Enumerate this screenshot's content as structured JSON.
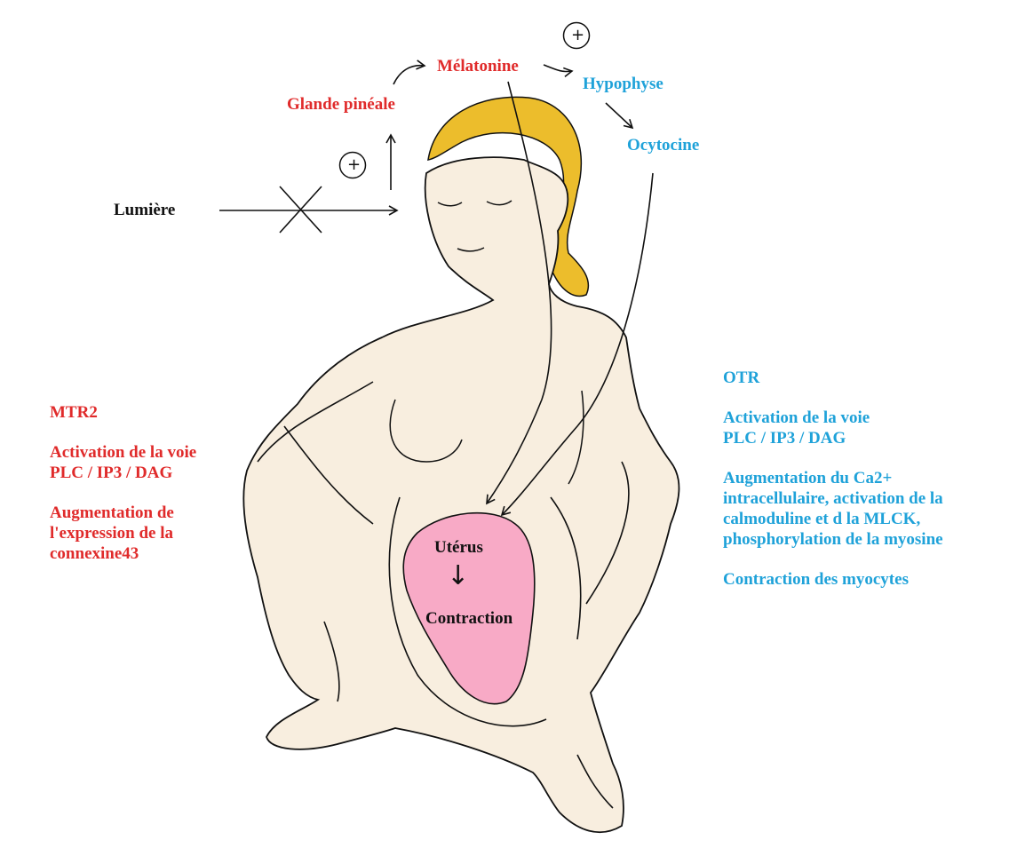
{
  "colors": {
    "melatonin_path": "#e02b2b",
    "oxytocin_path": "#1fa2d9",
    "skin": "#f8eedf",
    "hair": "#ecbd2c",
    "uterus": "#f8aac6",
    "outline": "#111111"
  },
  "pathway": {
    "light": "Lumière",
    "pineal_gland": "Glande pinéale",
    "melatonin": "Mélatonine",
    "pituitary": "Hypophyse",
    "oxytocin": "Ocytocine",
    "plus_symbol": "+"
  },
  "uterus": {
    "title": "Utérus",
    "arrow": "↓",
    "result": "Contraction"
  },
  "melatonin_effects": {
    "receptor": "MTR2",
    "activation_line1": "Activation de la voie",
    "activation_line2": "PLC / IP3 / DAG",
    "expression_line1": "Augmentation de",
    "expression_line2": "l'expression de la",
    "expression_line3": "connexine43"
  },
  "oxytocin_effects": {
    "receptor": "OTR",
    "activation_line1": "Activation de la voie",
    "activation_line2": "PLC / IP3 / DAG",
    "calcium_line1": "Augmentation du Ca2+",
    "calcium_line2": "intracellulaire, activation de la",
    "calcium_line3": "calmoduline et d la MLCK,",
    "calcium_line4": "phosphorylation de la myosine",
    "contraction": "Contraction des myocytes"
  }
}
